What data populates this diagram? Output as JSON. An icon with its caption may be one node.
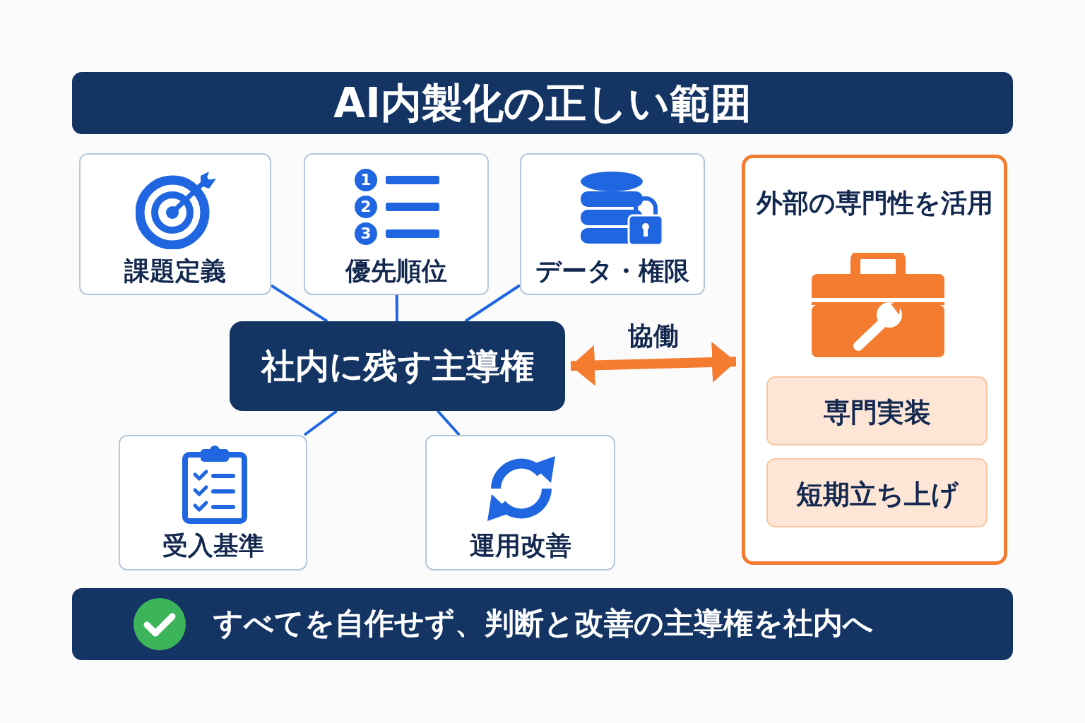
{
  "diagram": {
    "title": "AI内製化の正しい範囲",
    "nodes": [
      {
        "text": [
          "課題定義"
        ]
      },
      {
        "text": [
          "優先順位"
        ]
      },
      {
        "text": [
          "データ・権限"
        ]
      },
      {
        "text": [
          "社内に残す主導権"
        ]
      },
      {
        "text": [
          "受入基準"
        ]
      },
      {
        "text": [
          "運用改善"
        ]
      },
      {
        "text": [
          "外部の専門性を活用"
        ]
      },
      {
        "text": [
          "専門実装"
        ],
        "in": 6
      },
      {
        "text": [
          "短期立ち上げ"
        ],
        "in": 6
      },
      {
        "text": [
          "すべてを自作せず、判断と改善の主導権を社内へ"
        ]
      }
    ],
    "edges": [
      {
        "from": 0,
        "to": 3,
        "arrow": "none"
      },
      {
        "from": 1,
        "to": 3,
        "arrow": "none"
      },
      {
        "from": 2,
        "to": 3,
        "arrow": "none"
      },
      {
        "from": 3,
        "to": 4,
        "arrow": "none"
      },
      {
        "from": 3,
        "to": 5,
        "arrow": "none"
      },
      {
        "from": 3,
        "to": 6,
        "arrow": "both",
        "label": "協働",
        "style": "thick",
        "color": "#f47c30"
      }
    ],
    "labels": [
      "1",
      "2",
      "3"
    ]
  }
}
